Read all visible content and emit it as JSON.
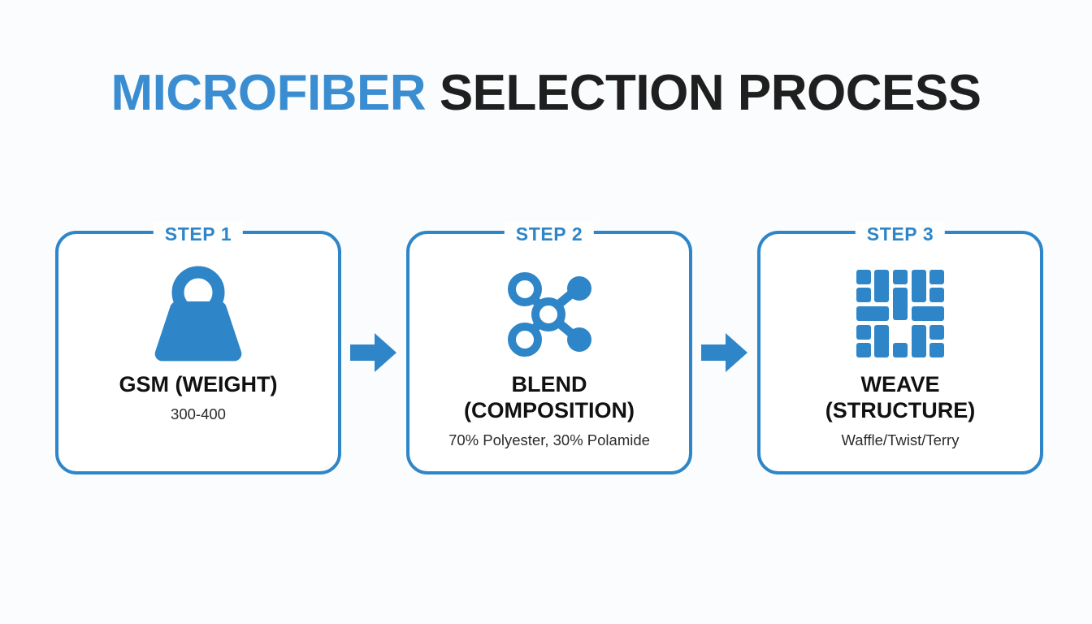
{
  "page": {
    "background_color": "#fbfcfd",
    "accent_color": "#2e86c8",
    "title_accent_color": "#3a8dd0",
    "title_dark_color": "#1f1f1f"
  },
  "header": {
    "title_accent": "MICROFIBER",
    "title_rest": " SELECTION PROCESS",
    "title_full": "MICROFIBER SELECTION PROCESS"
  },
  "steps": [
    {
      "step_label": "STEP 1",
      "icon": "weight-icon",
      "title": "GSM (WEIGHT)",
      "subtitle": "300-400"
    },
    {
      "step_label": "STEP 2",
      "icon": "molecule-icon",
      "title_line1": "BLEND",
      "title_line2": "(COMPOSITION)",
      "title": "BLEND (COMPOSITION)",
      "subtitle": "70% Polyester, 30% Polamide"
    },
    {
      "step_label": "STEP 3",
      "icon": "weave-pattern-icon",
      "title_line1": "WEAVE",
      "title_line2": "(STRUCTURE)",
      "title": "WEAVE (STRUCTURE)",
      "subtitle": "Waffle/Twist/Terry"
    }
  ],
  "connectors": [
    {
      "icon": "arrow-right-icon"
    },
    {
      "icon": "arrow-right-icon"
    }
  ]
}
